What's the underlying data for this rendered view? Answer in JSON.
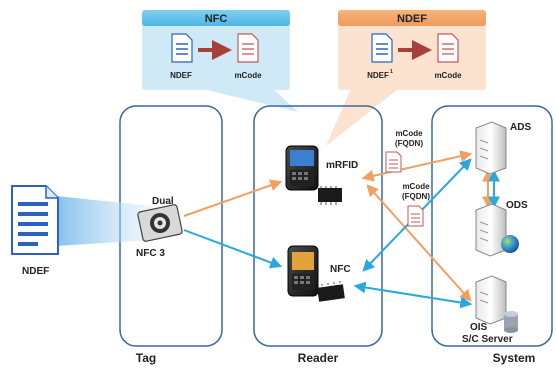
{
  "callouts": {
    "nfc": {
      "title": "NFC",
      "left_doc": "NDEF",
      "right_doc": "mCode"
    },
    "ndef": {
      "title": "NDEF",
      "left_doc": "NDEF",
      "left_sup": "1",
      "right_doc": "mCode"
    }
  },
  "source_doc": {
    "label": "NDEF"
  },
  "tag": {
    "card_label_top": "Dual",
    "card_label_bottom": "NFC  3",
    "section_label": "Tag"
  },
  "reader": {
    "device_top": "mRFID",
    "device_bottom": "NFC",
    "section_label": "Reader"
  },
  "messages": {
    "upper": [
      "mCode",
      "(FQDN)"
    ],
    "lower": [
      "mCode",
      "(FQDN)"
    ]
  },
  "system": {
    "servers": [
      "ADS",
      "ODS",
      "OIS",
      "S/C Server"
    ],
    "section_label": "System"
  },
  "colors": {
    "orange_arrow": "#f0a060",
    "blue_arrow": "#29a8e0",
    "box_stroke": "#3a6a9a",
    "nfc_callout": "#cfeaf6",
    "ndef_callout": "#fbe3d0",
    "doc_blue": "#2a62c4"
  }
}
